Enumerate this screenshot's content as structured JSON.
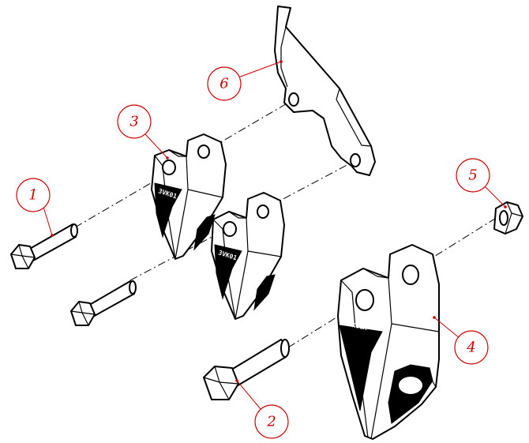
{
  "drawing": {
    "line_color": "#000000",
    "callout_color": "#cc0000"
  },
  "callouts": [
    {
      "id": "callout-1",
      "label": "1"
    },
    {
      "id": "callout-2",
      "label": "2"
    },
    {
      "id": "callout-3",
      "label": "3"
    },
    {
      "id": "callout-4",
      "label": "4"
    },
    {
      "id": "callout-5",
      "label": "5"
    },
    {
      "id": "callout-6",
      "label": "6"
    }
  ],
  "part_markings": {
    "tooth_large": "3VK01A",
    "tooth_small_left": "3VK01",
    "tooth_small_right": "3VK01"
  }
}
